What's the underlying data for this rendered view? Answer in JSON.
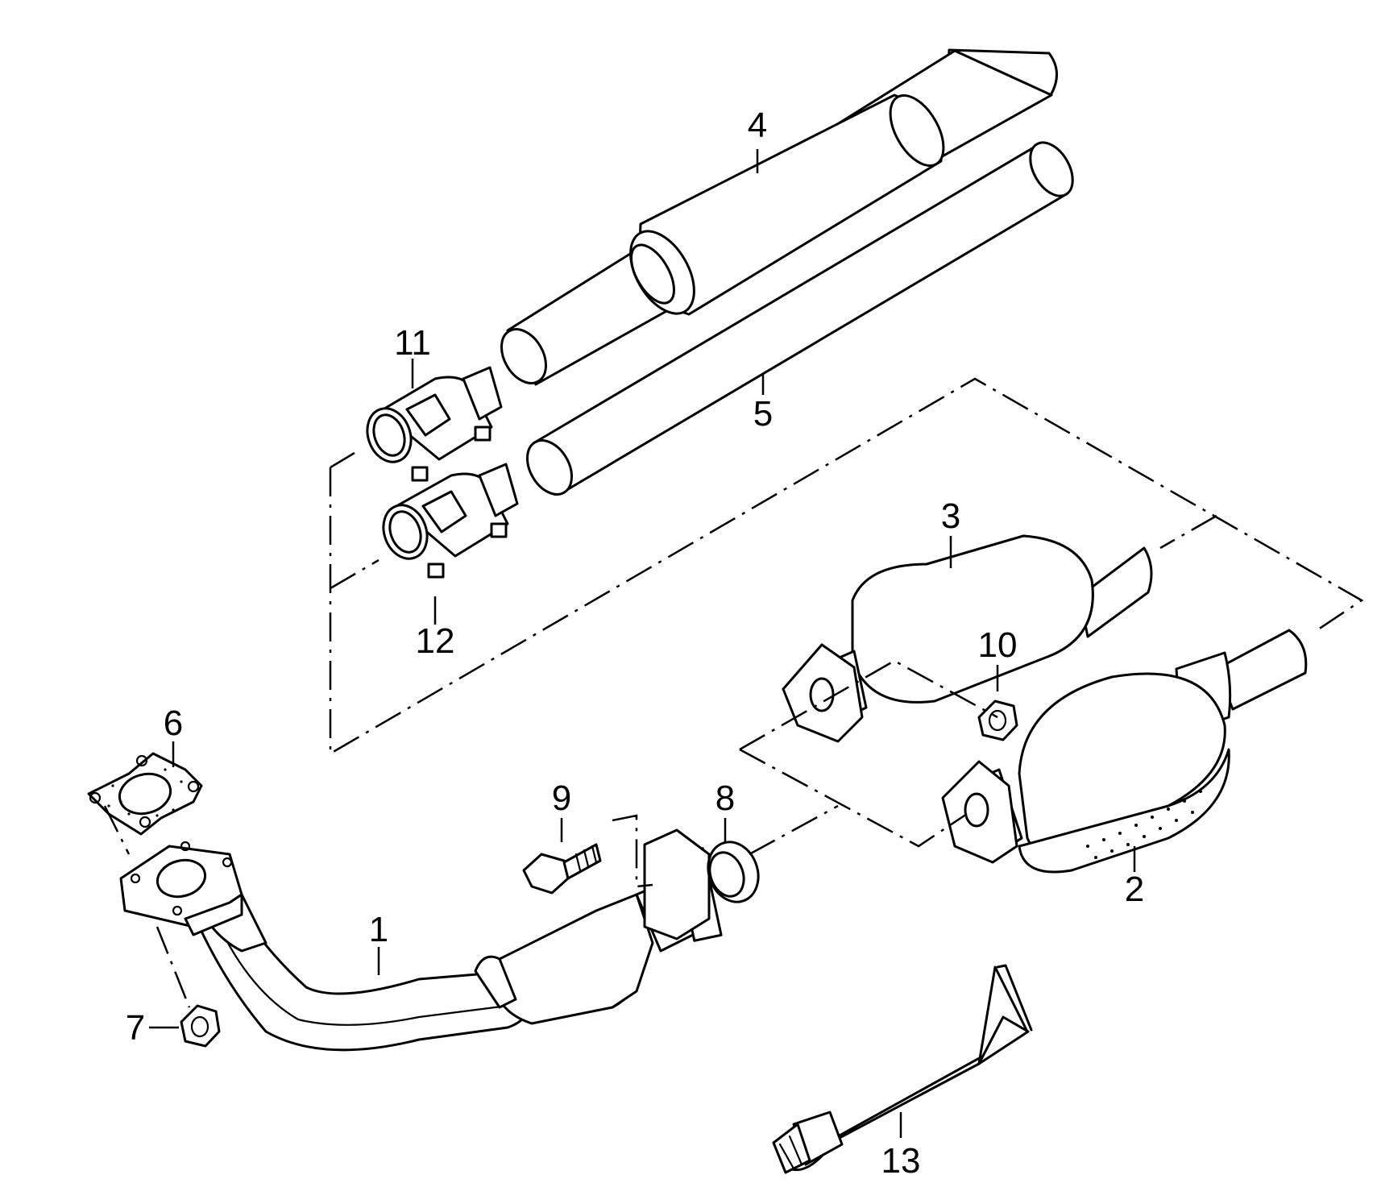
{
  "callouts": {
    "p1": "1",
    "p2": "2",
    "p3": "3",
    "p4": "4",
    "p5": "5",
    "p6": "6",
    "p7": "7",
    "p8": "8",
    "p9": "9",
    "p10": "10",
    "p11": "11",
    "p12": "12",
    "p13": "13"
  },
  "colors": {
    "line": "#000000",
    "background": "#ffffff"
  }
}
